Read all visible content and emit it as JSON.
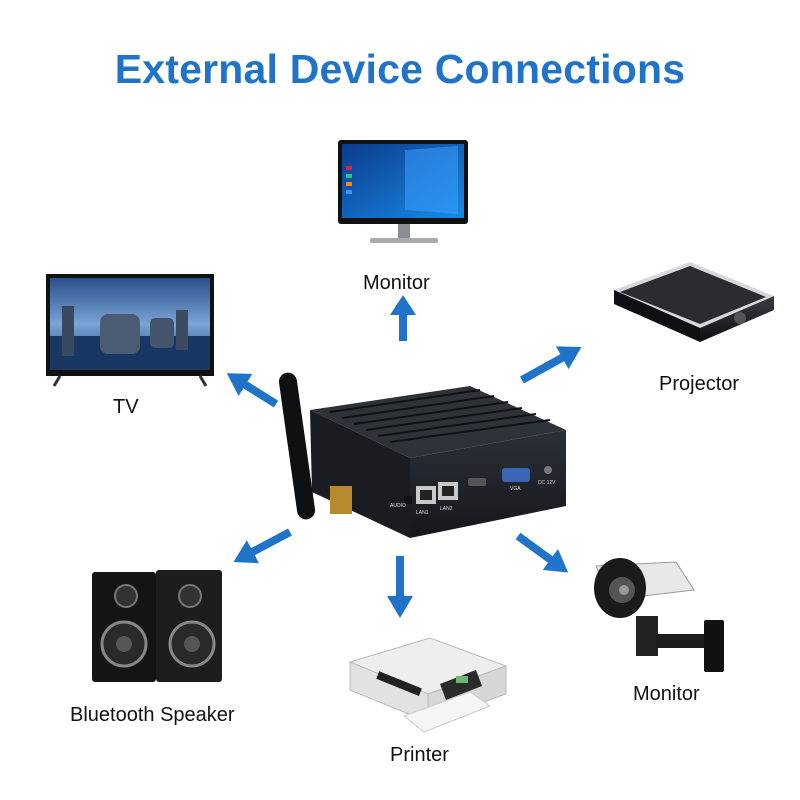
{
  "title": "External Device Connections",
  "devices": {
    "monitor": {
      "label": "Monitor"
    },
    "tv": {
      "label": "TV"
    },
    "projector": {
      "label": "Projector"
    },
    "speaker": {
      "label": "Bluetooth Speaker"
    },
    "printer": {
      "label": "Printer"
    },
    "camera": {
      "label": "Monitor"
    }
  },
  "ports": {
    "audio": "AUDIO",
    "lan1": "LAN1",
    "lan2": "LAN2",
    "vga": "VGA",
    "dc": "DC 12V"
  },
  "colors": {
    "title": "#1f73c9",
    "arrow": "#1f73c9",
    "case": "#1e2127"
  }
}
